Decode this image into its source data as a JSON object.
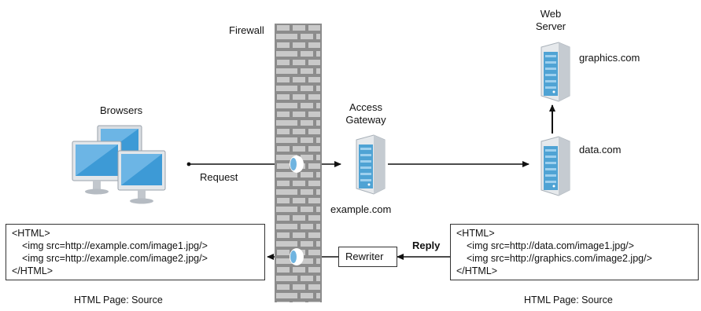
{
  "labels": {
    "firewall": "Firewall",
    "browsers": "Browsers",
    "request": "Request",
    "access_gateway": [
      "Access",
      "Gateway"
    ],
    "example_com": "example.com",
    "web_server": [
      "Web",
      "Server"
    ],
    "graphics_com": "graphics.com",
    "data_com": "data.com",
    "rewriter": "Rewriter",
    "reply": "Reply"
  },
  "left_html": {
    "lines": [
      "<HTML>",
      "<img src=http://example.com/image1.jpg/>",
      "<img src=http://example.com/image2.jpg/>",
      "</HTML>"
    ],
    "caption": "HTML Page: Source"
  },
  "right_html": {
    "lines": [
      "<HTML>",
      "<img src=http://data.com/image1.jpg/>",
      "<img src=http://graphics.com/image2.jpg/>",
      "</HTML>"
    ],
    "caption": "HTML Page: Source"
  },
  "colors": {
    "wall": "#8c8c8c",
    "brick": "#c9c9c9",
    "server_blue": "#4fa3d4",
    "monitor_blue": "#3d9ad6",
    "arrow": "#111111"
  },
  "icons": [
    "browser-monitor-icon",
    "server-icon",
    "firewall-icon"
  ]
}
